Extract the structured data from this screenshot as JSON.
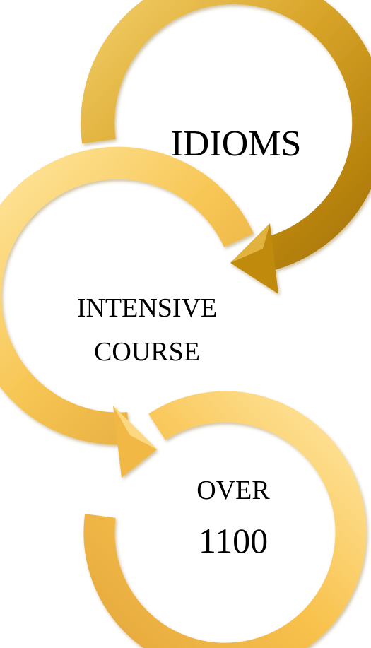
{
  "steps": [
    {
      "lines": [
        "IDIOMS"
      ]
    },
    {
      "lines": [
        "INTENSIVE",
        "COURSE"
      ]
    },
    {
      "lines": [
        "OVER",
        "1100"
      ]
    }
  ],
  "colors": {
    "top_ring_light": "#f3cf6a",
    "top_ring_mid": "#d9a52a",
    "top_ring_dark": "#a77300",
    "lower_ring_light": "#ffe7a0",
    "lower_ring_mid": "#f7c654",
    "lower_ring_dark": "#e0a53a",
    "text": "#000000"
  }
}
